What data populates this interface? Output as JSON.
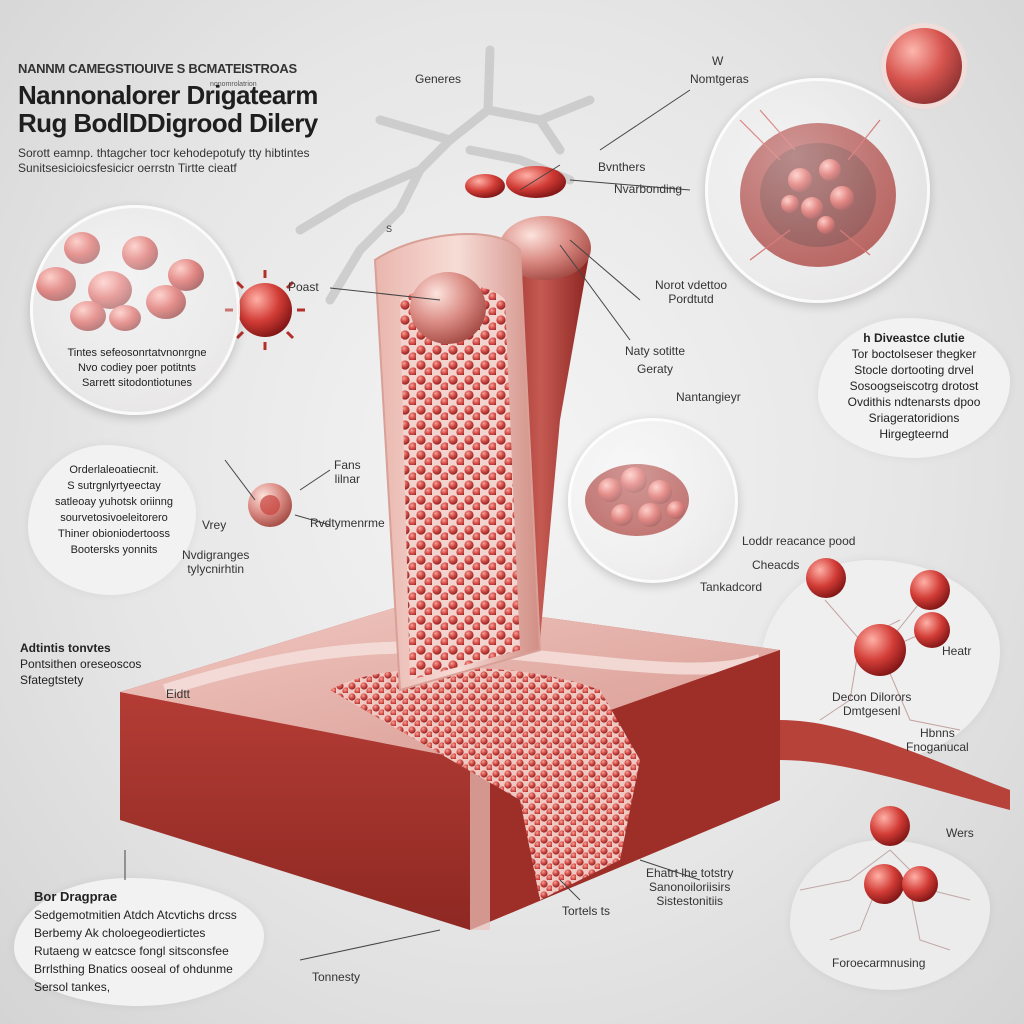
{
  "header": {
    "kicker": "NANNM CAMEGSTIOUIVE S BCMATEISTROAS",
    "title_line1": "Nannonalorer Drigatearm",
    "title_line2": "Rug BodlDDigrood Dilery",
    "subtitle_line1": "Sorott eamnp. thtagcher tocr kehodepotufy tty hibtintes",
    "subtitle_line2": "Sunitsesicioicsfesicicr oerrstn Tirtte cieatf",
    "tiny_tag": "nonomrolatrion"
  },
  "labels": {
    "generes": "Generes",
    "w": "W",
    "nomtgeras": "Nomtgeras",
    "bvnthers": "Bvnthers",
    "nvarbonding": "Nvarbonding",
    "poast": "Poast",
    "s_mark": "S",
    "norot_line1": "Norot vdettoo",
    "norot_line2": "Pordtutd",
    "naty_line1": "Naty sotitte",
    "naty_line2": "Geraty",
    "nantangieyr": "Nantangieyr",
    "fans_line1": "Fans",
    "fans_line2": "lilnar",
    "vrey": "Vrey",
    "rvdtyment": "Rvdtymenrme",
    "nvdigrant_line1": "Nvdigranges",
    "nvdigrant_line2": "tylycnirhtin",
    "eidtt": "Eidtt",
    "tonnesty": "Tonnesty",
    "tortels": "Tortels ts",
    "ethnr_line1": "Ehatrt lhe totstry",
    "ethnr_line2": "Sanonoiloriisirs",
    "ethnr_line3": "Sistestonitiis",
    "loddr": "Loddr reacance pood",
    "cheacds": "Cheacds",
    "tankadcord": "Tankadcord",
    "heatr": "Heatr",
    "decon_line1": "Decon Dilorors",
    "decon_line2": "Dmtgesenl",
    "hbnns_line1": "Hbnns",
    "hbnns_line2": "Fnoganucal",
    "wers": "Wers",
    "foro": "Foroecarmnusing"
  },
  "left_blocks": {
    "circle_text": [
      "Tintes sefeosonrtatvnonrgne",
      "Nvo codiey poer potitnts",
      "Sarrett sitodontiotunes"
    ],
    "mid_blob": [
      "Orderlaleoatiecnit.",
      "S sutrgnlyrtyeectay",
      "satleoay yuhotsk oriinng",
      "sourvetosivoeleitorero",
      "Thiner obioniodertooss",
      "Bootersks yonnits"
    ],
    "adtints": [
      "Adtintis tonvtes",
      "Pontsithen oreseoscos",
      "Sfategtstety"
    ],
    "bottom_blob": [
      "Sedgemotmitien Atdch Atcvtichs drcss",
      "Berbemy Ak choloegeodiertictes",
      "Rutaeng w eatcsce fongl sitsconsfee",
      "Brrlsthing Bnatics ooseal of ohdunme",
      "Sersol tankes,"
    ],
    "bottom_title": "Bor Dragprae"
  },
  "right_blocks": {
    "diverse": [
      "h Diveastce clutie",
      "Tor boctolseser thegker",
      "Stocle dortooting drvel",
      "Sosoogseiscotrg drotost",
      "Ovdithis ndtenarsts dpoo",
      "Sriageratoridions",
      "Hirgegteernd"
    ]
  },
  "colors": {
    "tissue_dark": "#a5332c",
    "tissue_mid": "#c9524a",
    "tissue_light": "#e8b3aa",
    "cell_red": "#c43a3a",
    "cell_highlight": "#f08a80",
    "background": "#e6e6e6"
  },
  "icons": [
    "vessel-icon",
    "blood-cell-icon",
    "virus-particle-icon",
    "tumor-cross-section-icon",
    "nanoparticle-icon"
  ]
}
